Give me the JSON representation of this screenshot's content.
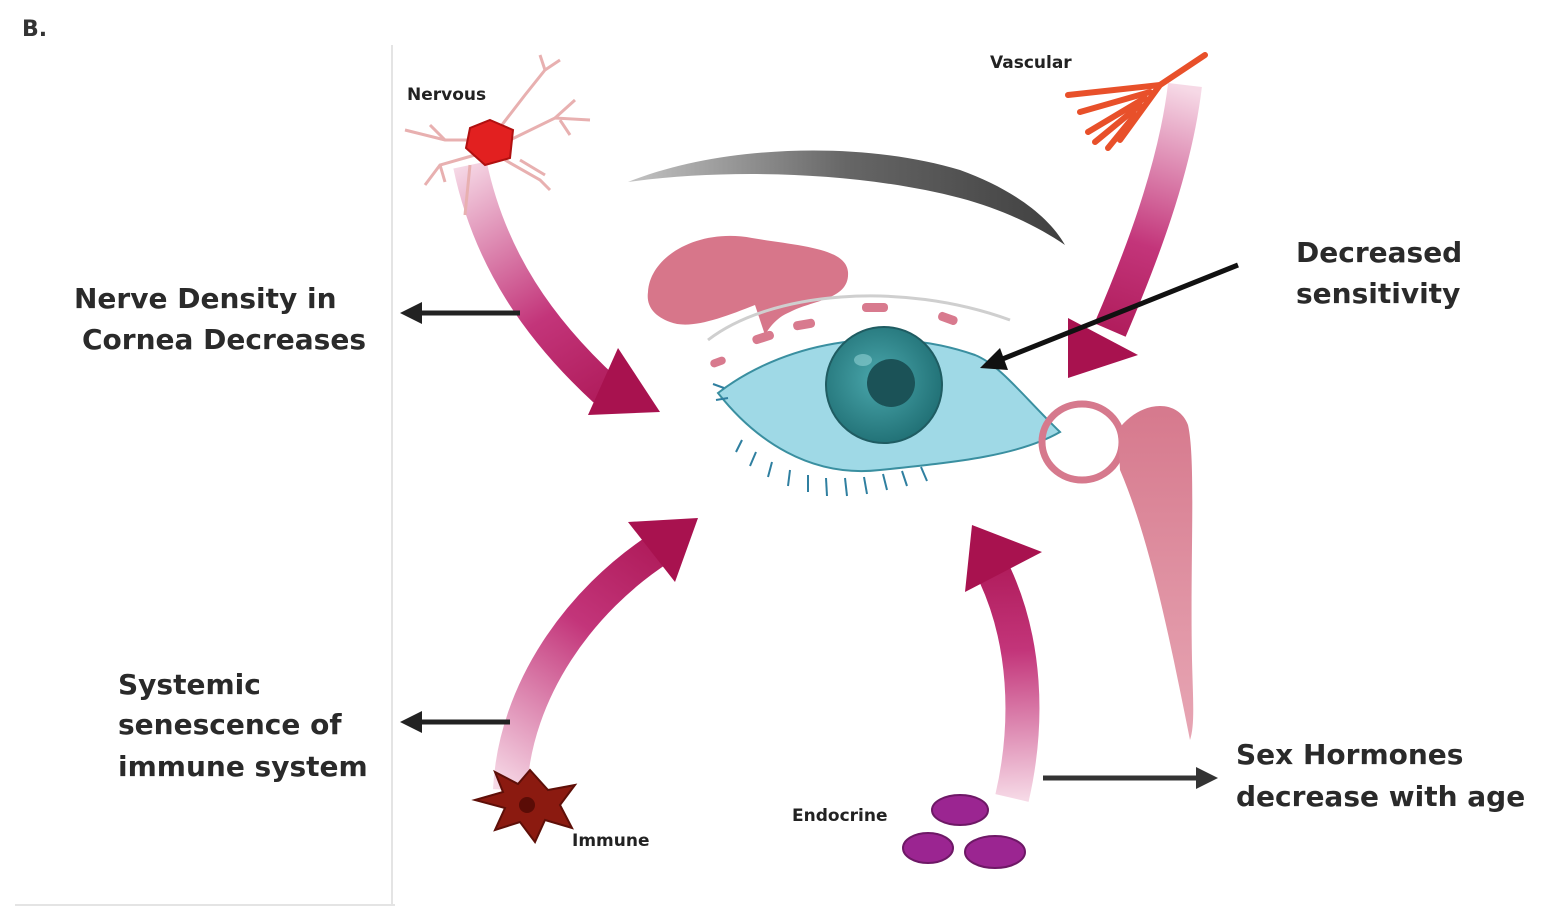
{
  "panel_label": "B.",
  "sources": {
    "nervous": "Nervous",
    "vascular": "Vascular",
    "immune": "Immune",
    "endocrine": "Endocrine"
  },
  "effects": {
    "nerve_density": [
      "Nerve Density in",
      "Cornea Decreases"
    ],
    "decreased_sensitivity": [
      "Decreased",
      "sensitivity"
    ],
    "immune_senescence": [
      "Systemic",
      "senescence of",
      "immune system"
    ],
    "sex_hormones": [
      "Sex Hormones",
      "decrease with age"
    ]
  },
  "colors": {
    "arrow_magenta": "#b5175e",
    "arrow_fade": "#f3d3e0",
    "eye_blue": "#9fd9e6",
    "iris_teal": "#2e8a8f",
    "gland_pink": "#d57a8e",
    "nerve_red": "#e22020",
    "vessel_orange": "#e8502a",
    "immune_brown": "#8b1a10",
    "endocrine_purple": "#9b2591"
  }
}
